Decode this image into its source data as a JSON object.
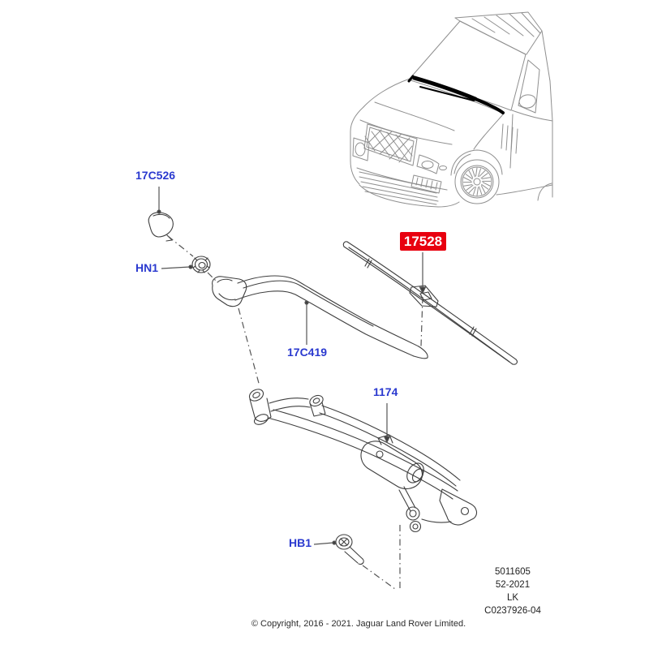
{
  "colors": {
    "label_blue": "#2a39cf",
    "highlight_red": "#e8000f",
    "part_line_gray": "#3f3f3f",
    "vehicle_line_gray": "#8f8f8f"
  },
  "parts": {
    "cap": {
      "code": "17C526",
      "highlighted": false
    },
    "nut": {
      "code": "HN1",
      "highlighted": false
    },
    "blade": {
      "code": "17528",
      "highlighted": true
    },
    "arm": {
      "code": "17C419",
      "highlighted": false
    },
    "linkage": {
      "code": "1174",
      "highlighted": false
    },
    "bolt": {
      "code": "HB1",
      "highlighted": false
    }
  },
  "reference_block": {
    "lines": [
      "5011605",
      "52-2021",
      "LK",
      "C0237926-04"
    ]
  },
  "footer": {
    "copyright": "© Copyright, 2016 - 2021. Jaguar Land Rover Limited."
  }
}
